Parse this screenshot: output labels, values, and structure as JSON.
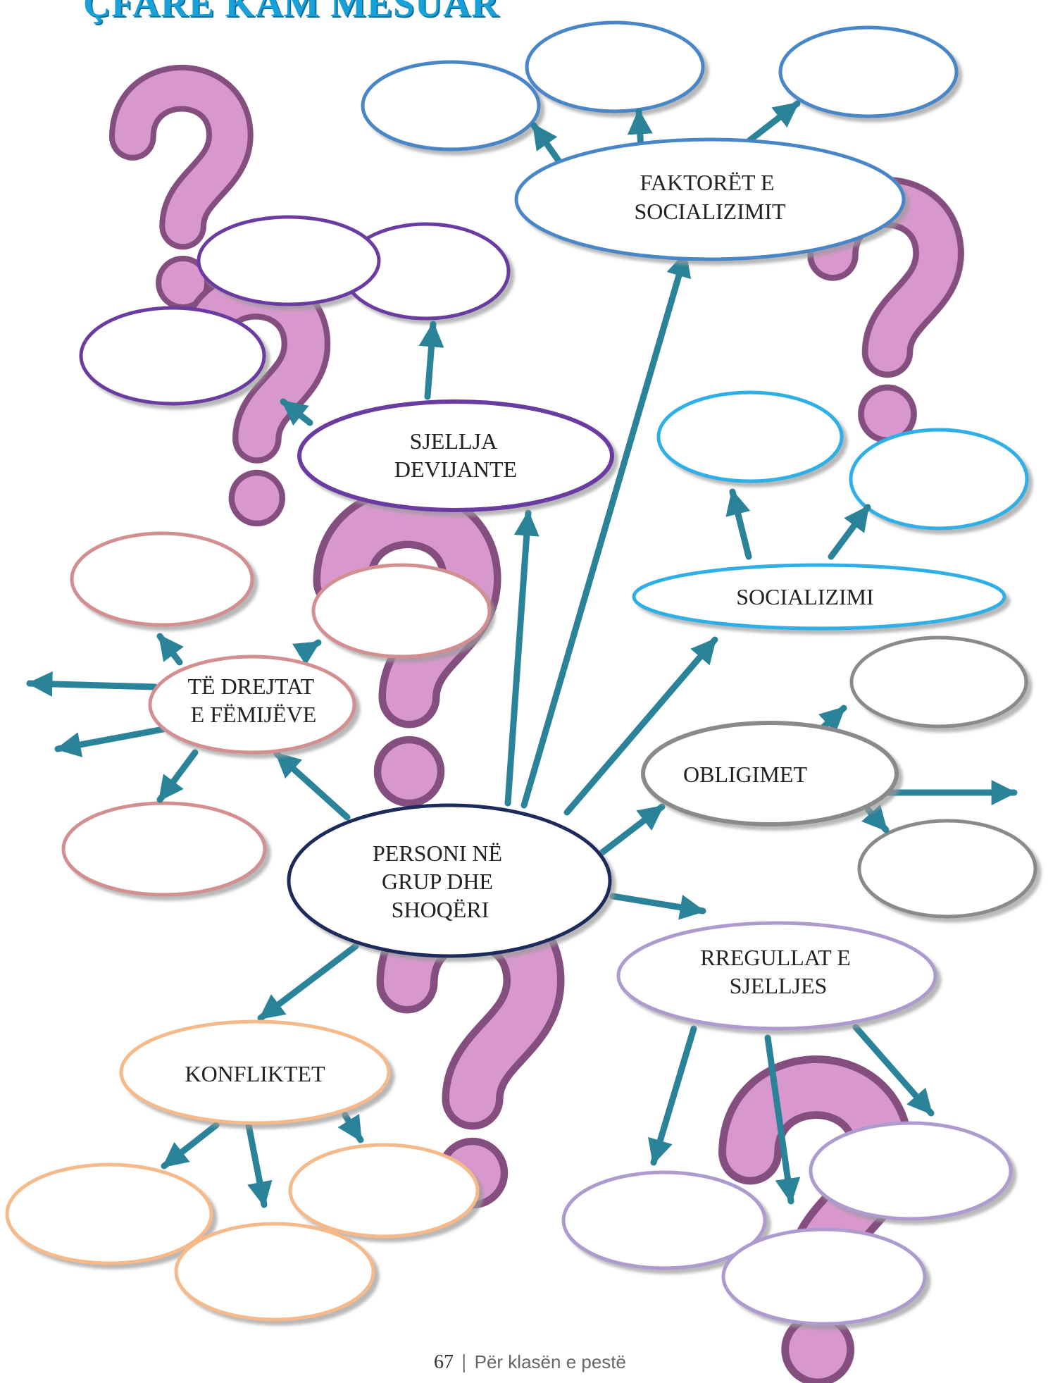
{
  "title": "ÇFARË KAM MËSUAR",
  "nodes": {
    "center": {
      "lines": [
        "PERSONI NË",
        "GRUP DHE",
        "SHOQËRI"
      ],
      "color": "#1f2a5c"
    },
    "faktoret": {
      "lines": [
        "FAKTORËT E",
        "SOCIALIZIMIT"
      ],
      "color": "#4a86c8"
    },
    "sjellja": {
      "lines": [
        "SJELLJA",
        "DEVIJANTE"
      ],
      "color": "#6b3aa0"
    },
    "socializimi": {
      "lines": [
        "SOCIALIZIMI"
      ],
      "color": "#2fb0e6"
    },
    "obligimet": {
      "lines": [
        "OBLIGIMET"
      ],
      "color": "#8a8a8a"
    },
    "drejtat": {
      "lines": [
        "TË DREJTAT",
        "E FËMIJËVE"
      ],
      "color": "#d38f8f"
    },
    "rregullat": {
      "lines": [
        "RREGULLAT E",
        "SJELLJES"
      ],
      "color": "#ad9bcf"
    },
    "konfliktet": {
      "lines": [
        "KONFLIKTET"
      ],
      "color": "#f6b98a"
    }
  },
  "arrow_color": "#2b8399",
  "decoration_color": "#d68fc9",
  "footer": {
    "page_number": "67",
    "separator": "|",
    "text": "Për klasën e pestë"
  }
}
